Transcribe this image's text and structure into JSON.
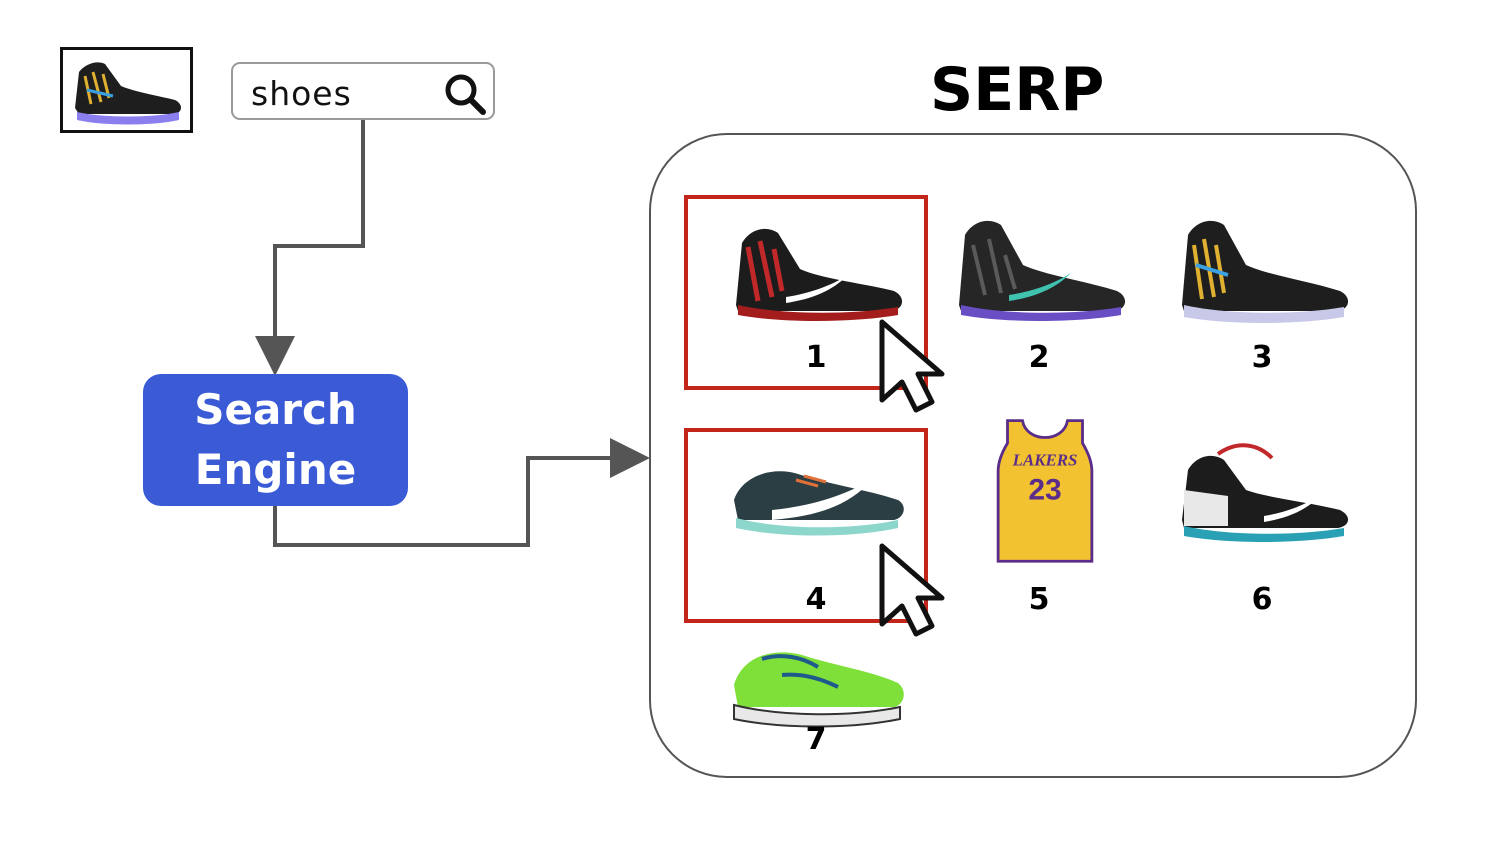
{
  "query": {
    "image_icon": "sneaker-thumbnail",
    "search_text": "shoes",
    "search_icon": "magnifier-icon"
  },
  "engine": {
    "line1": "Search",
    "line2": "Engine",
    "color": "#3a5ad6"
  },
  "serp": {
    "title": "SERP",
    "results": [
      {
        "rank": "1",
        "icon": "black-red-sneaker",
        "clicked": true
      },
      {
        "rank": "2",
        "icon": "black-purple-sneaker",
        "clicked": false
      },
      {
        "rank": "3",
        "icon": "black-multicolor-sneaker",
        "clicked": false
      },
      {
        "rank": "4",
        "icon": "teal-running-shoe",
        "clicked": true
      },
      {
        "rank": "5",
        "icon": "yellow-lakers-jersey",
        "clicked": false
      },
      {
        "rank": "6",
        "icon": "black-white-sneaker",
        "clicked": false
      },
      {
        "rank": "7",
        "icon": "green-running-shoe",
        "clicked": false
      }
    ],
    "jersey_text": "LAKERS",
    "jersey_number": "23",
    "click_color": "#c2261b"
  }
}
